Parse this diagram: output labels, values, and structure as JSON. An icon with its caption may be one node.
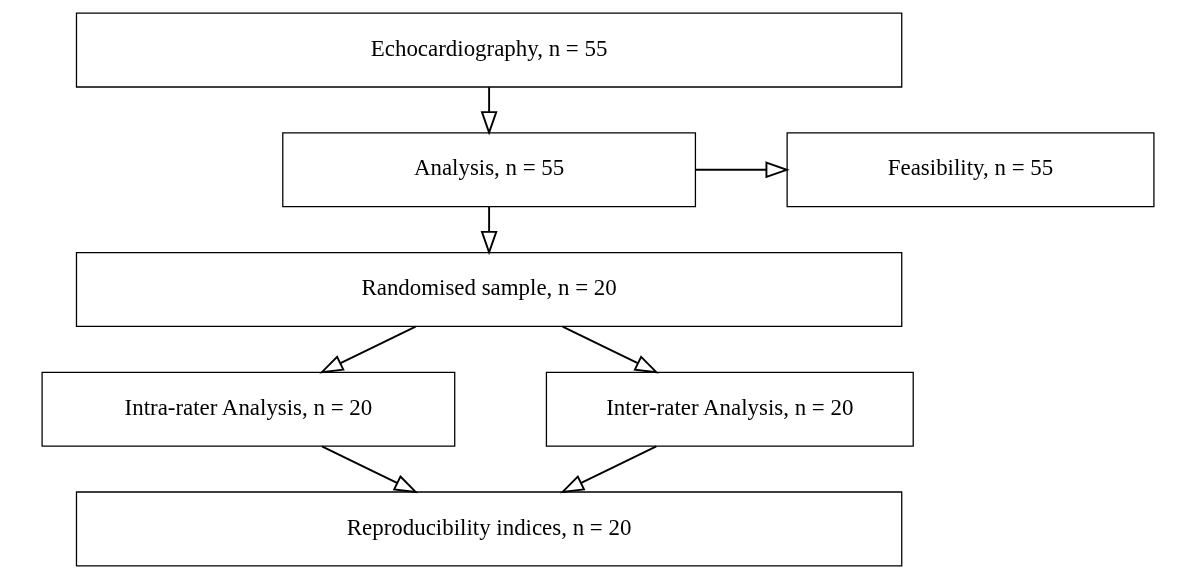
{
  "diagram": {
    "nodes": [
      {
        "text": [
          "Echocardiography, n = 55"
        ]
      },
      {
        "text": [
          "Analysis, n = 55"
        ]
      },
      {
        "text": [
          "Feasibility, n = 55"
        ]
      },
      {
        "text": [
          "Randomised sample, n = 20"
        ]
      },
      {
        "text": [
          "Intra-rater Analysis, n = 20"
        ]
      },
      {
        "text": [
          "Inter-rater Analysis, n = 20"
        ]
      },
      {
        "text": [
          "Reproducibility indices, n = 20"
        ]
      }
    ],
    "edges": [
      {
        "from": 0,
        "to": 1,
        "arrow": "to"
      },
      {
        "from": 1,
        "to": 2,
        "arrow": "to"
      },
      {
        "from": 1,
        "to": 3,
        "arrow": "to"
      },
      {
        "from": 3,
        "to": 4,
        "arrow": "to"
      },
      {
        "from": 3,
        "to": 5,
        "arrow": "to"
      },
      {
        "from": 4,
        "to": 6,
        "arrow": "to"
      },
      {
        "from": 5,
        "to": 6,
        "arrow": "to"
      }
    ]
  }
}
